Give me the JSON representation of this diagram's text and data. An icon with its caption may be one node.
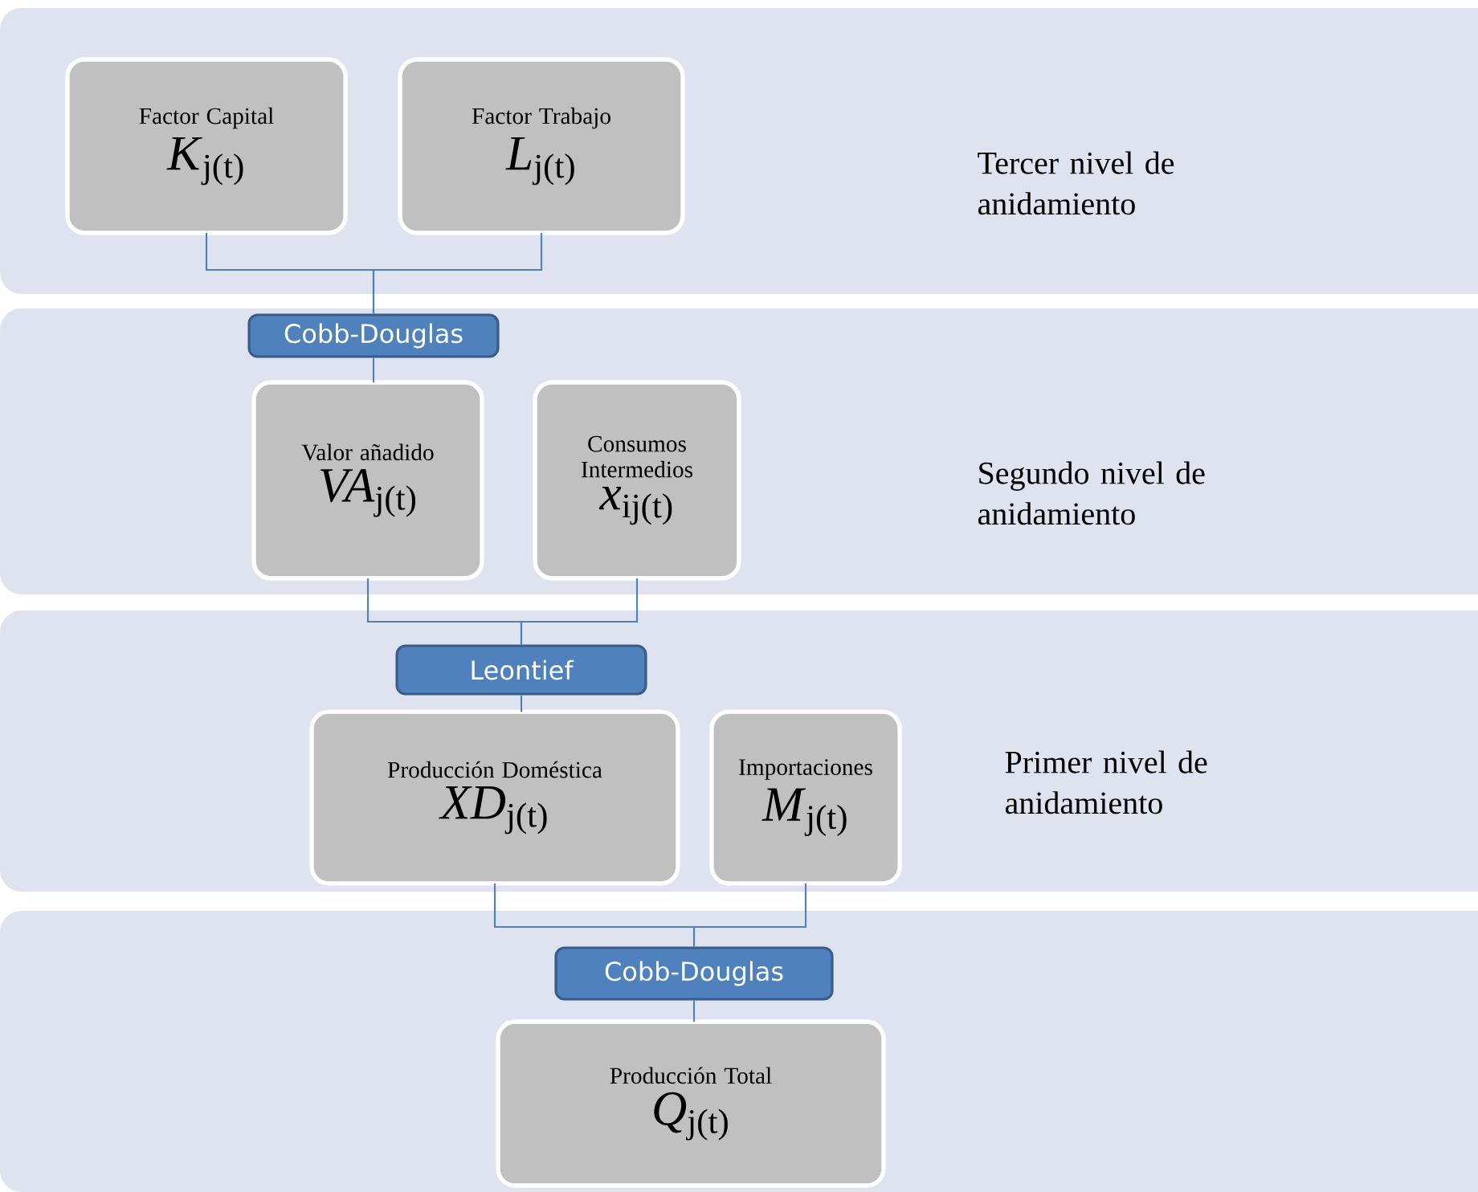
{
  "diagram": {
    "nodes": [
      {
        "text": [
          "Tercer nivel de anidamiento"
        ]
      },
      {
        "text": [
          "Factor Capital",
          "*K*$_{j(t)}$"
        ],
        "in": 0
      },
      {
        "text": [
          "Factor Trabajo",
          "*L*$_{j(t)}$"
        ],
        "in": 0
      },
      {
        "text": [
          "Segundo nivel de anidamiento"
        ]
      },
      {
        "text": [
          "Cobb-Douglas"
        ],
        "in": 3
      },
      {
        "text": [
          "Valor añadido",
          "*VA*$_{j(t)}$"
        ],
        "in": 3
      },
      {
        "text": [
          "Consumos Intermedios",
          "*x*$_{ij(t)}$"
        ],
        "in": 3
      },
      {
        "text": [
          "Primer nivel de anidamiento"
        ]
      },
      {
        "text": [
          "Leontief"
        ],
        "in": 7
      },
      {
        "text": [
          "Producción Doméstica",
          "*XD*$_{j(t)}$"
        ],
        "in": 7
      },
      {
        "text": [
          "Importaciones",
          "*M*$_{j(t)}$"
        ],
        "in": 7
      },
      {
        "text": [],
        "shape": "box"
      },
      {
        "text": [
          "Cobb-Douglas"
        ],
        "in": 11
      },
      {
        "text": [
          "Producción Total",
          "*Q*$_{j(t)}$"
        ],
        "in": 11
      }
    ],
    "edges": [
      {
        "from": 1,
        "to": 4,
        "arrow": "none"
      },
      {
        "from": 2,
        "to": 4,
        "arrow": "none"
      },
      {
        "from": 4,
        "to": 5,
        "arrow": "none"
      },
      {
        "from": 5,
        "to": 8,
        "arrow": "none"
      },
      {
        "from": 6,
        "to": 8,
        "arrow": "none"
      },
      {
        "from": 8,
        "to": 9,
        "arrow": "none"
      },
      {
        "from": 9,
        "to": 12,
        "arrow": "none"
      },
      {
        "from": 10,
        "to": 12,
        "arrow": "none"
      },
      {
        "from": 12,
        "to": 13,
        "arrow": "none"
      }
    ]
  }
}
